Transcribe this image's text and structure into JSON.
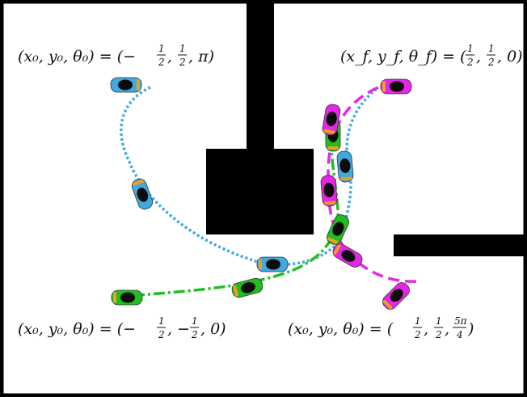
{
  "labels": {
    "blue_start": {
      "lhs": "(x₀, y₀, θ₀) = ",
      "a": "(−",
      "f1n": "1",
      "f1d": "2",
      "b": ", ",
      "f2n": "1",
      "f2d": "2",
      "c": ", π)"
    },
    "green_start": {
      "lhs": "(x₀, y₀, θ₀) = ",
      "a": "(−",
      "f1n": "1",
      "f1d": "2",
      "b": ", −",
      "f2n": "1",
      "f2d": "2",
      "c": ", 0)"
    },
    "magenta_start": {
      "lhs": "(x₀, y₀, θ₀) = ",
      "a": "(",
      "f1n": "1",
      "f1d": "2",
      "b": ", ",
      "f2n": "1",
      "f2d": "2",
      "c": ", ",
      "f3n": "5π",
      "f3d": "4",
      "d": ")"
    },
    "goal": {
      "lhs": "(x_f, y_f, θ_f) = ",
      "a": "(",
      "f1n": "1",
      "f1d": "2",
      "b": ", ",
      "f2n": "1",
      "f2d": "2",
      "c": ", 0)"
    }
  },
  "colors": {
    "blue": "#3fa9e0",
    "green": "#1fbf1f",
    "magenta": "#e626e6",
    "obstacle": "#000000",
    "frame": "#000000"
  }
}
